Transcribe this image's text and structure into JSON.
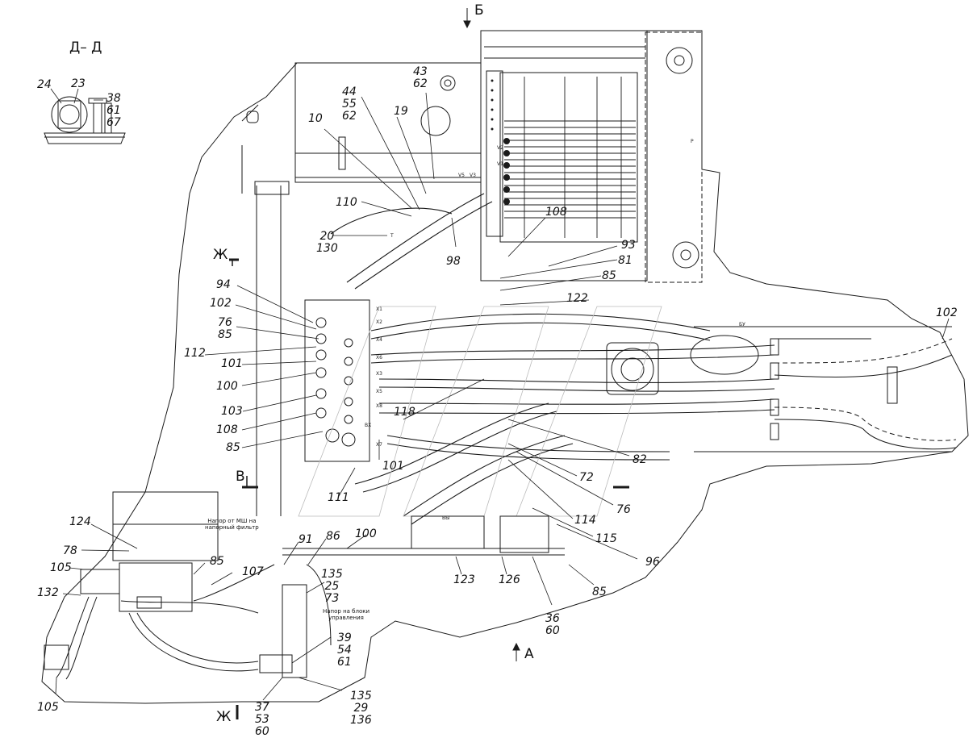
{
  "section_title": "Д– Д",
  "view_markers": {
    "b": "Б",
    "v": "В",
    "zh_top": "Ж",
    "zh_bottom": "Ж",
    "a": "А"
  },
  "callouts": {
    "c24": "24",
    "c23": "23",
    "c38": [
      "38",
      "61",
      "67"
    ],
    "c43": [
      "43",
      "62"
    ],
    "c44": [
      "44",
      "55",
      "62"
    ],
    "c19": "19",
    "c10": "10",
    "c110": "110",
    "c20": [
      "20",
      "130"
    ],
    "c98": "98",
    "c108a": "108",
    "c93": "93",
    "c81": "81",
    "c85a": "85",
    "c122": "122",
    "c94": "94",
    "c102a": "102",
    "c76a": [
      "76",
      "85"
    ],
    "c112": "112",
    "c101a": "101",
    "c100a": "100",
    "c103": "103",
    "c108b": "108",
    "c85b": "85",
    "c118": "118",
    "c101b": "101",
    "c111": "111",
    "c82": "82",
    "c72": "72",
    "c76b": "76",
    "c114": "114",
    "c115": "115",
    "c96": "96",
    "c102b": "102",
    "c124": "124",
    "c78": "78",
    "c85c": "85",
    "c105a": "105",
    "c107": "107",
    "c132": "132",
    "c91": "91",
    "c86": "86",
    "c100b": "100",
    "c135a": [
      "135",
      "25",
      "73"
    ],
    "c123": "123",
    "c126": "126",
    "c36": [
      "36",
      "60"
    ],
    "c85d": "85",
    "c39": [
      "39",
      "54",
      "61"
    ],
    "c105b": "105",
    "c37": [
      "37",
      "53",
      "60"
    ],
    "c135b": [
      "135",
      "29",
      "136"
    ]
  },
  "notes": {
    "n1": [
      "Напор от МШ на",
      "напорный фильтр"
    ],
    "n2": [
      "Напор на блоки",
      "управления"
    ]
  },
  "port_marks": [
    "Х2",
    "Х4",
    "Х6",
    "Х1",
    "Х3",
    "Х5",
    "Х7",
    "Х8",
    "ВХ",
    "ВЫ",
    "Т",
    "Р",
    "V2",
    "V1",
    "V3",
    "V5",
    "БУ"
  ]
}
